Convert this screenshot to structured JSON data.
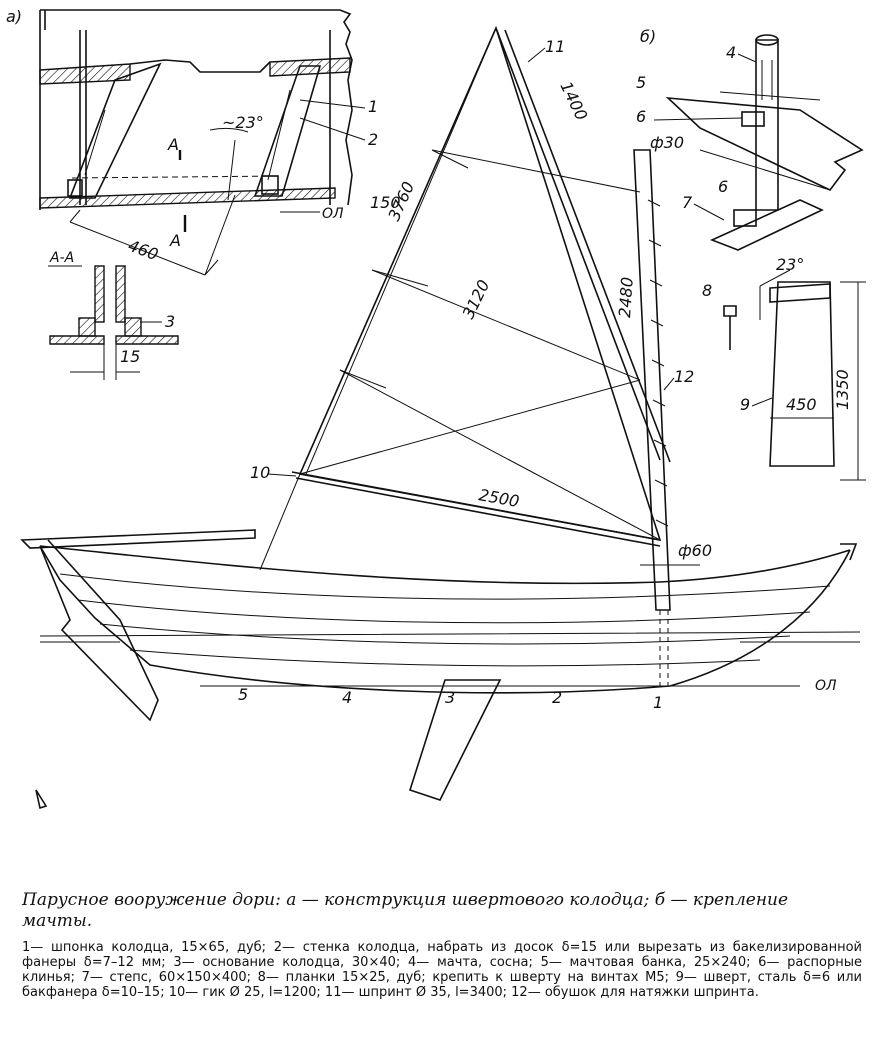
{
  "panel_labels": {
    "a": "а)",
    "b": "б)"
  },
  "section_label": "А-А",
  "section_marks": {
    "upper": "А",
    "lower": "А"
  },
  "dimensions": {
    "trunk_length": "460",
    "trunk_angle": "~23°",
    "slot_width": "15",
    "waterline": "ОЛ",
    "waterline_hull": "ОЛ",
    "yard_chord": "1400",
    "mast_diameter_top": "ф30",
    "luff_offset": "150",
    "sail_head": "3760",
    "sail_diagonal": "3120",
    "luff_length": "2480",
    "foot_length": "2500",
    "mast_diameter_base": "ф60",
    "board_angle": "23°",
    "board_height": "1350",
    "board_width": "450"
  },
  "callouts": [
    "1",
    "2",
    "3",
    "4",
    "5",
    "6",
    "6",
    "7",
    "8",
    "9",
    "10",
    "11",
    "12"
  ],
  "stations": [
    "5",
    "4",
    "3",
    "2",
    "1"
  ],
  "caption": {
    "title": "Парусное вооружение дори: а — конструкция швертового колодца; б — крепление мачты.",
    "body": "1— шпонка колодца, 15×65, дуб; 2— стенка колодца, набрать из досок δ=15 или вырезать из бакелизированной фанеры δ=7–12 мм; 3— основание колодца, 30×40; 4— мачта, сосна; 5— мачтовая банка, 25×240; 6— распорные клинья; 7— степс, 60×150×400; 8— планки 15×25, дуб; крепить к шверту на винтах М5; 9— шверт, сталь δ=6 или бакфанера δ=10–15; 10— гик Ø 25, l=1200; 11— шпринт Ø 35, l=3400; 12— обушок для натяжки шпринта."
  }
}
